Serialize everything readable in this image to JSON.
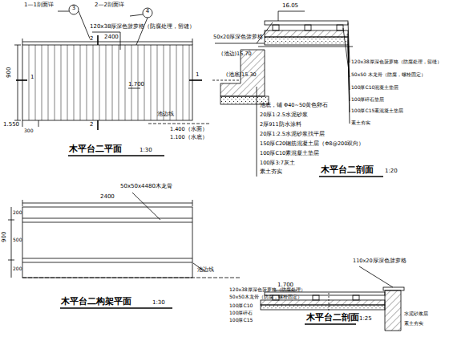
{
  "diagram": {
    "labels": [
      "1—1剖面详",
      "3",
      "2—2剖面详",
      "4",
      "120x38厚深色菠萝格（防腐处理，留缝）",
      "2400",
      "900",
      "1",
      "1",
      "2",
      "2",
      "1.550",
      "300",
      "1.700",
      "池边线",
      "1.400（水面）",
      "1.100（水底）",
      "木平台二平面",
      "1:30",
      "16.05",
      "50x20厚深色菠萝格",
      "(池边)15.70",
      "(池底)15.30",
      "120x38厚深色菠萝格（防腐处理，留缝）",
      "50x50 木龙骨（防腐，螺栓固定）",
      "100厚C10混凝土垫层",
      "100厚碎石垫层",
      "100厚C15素混凝土垫层",
      "素土夯实",
      "池底，铺 Φ40~50黄色卵石",
      "20厚1:2.5水泥砂浆",
      "2厚911防水涂料",
      "20厚1:2.5水泥砂浆找平层",
      "150厚C20钢筋混凝土层（Φ8@200双向）",
      "100厚C10素混凝土垫层",
      "100厚3:7灰土",
      "素土夯实",
      "木平台二剖面",
      "1:20",
      "2400",
      "50x50x4480木龙骨",
      "900",
      "200",
      "500",
      "200",
      "池边线",
      "木平台二构架平面",
      "1:30",
      "1.700",
      "110x20厚深色菠萝格",
      "120x38厚深色菠萝格（防腐处理）",
      "50x50木龙骨（防腐，螺栓固定）",
      "100厚C10",
      "100厚碎石",
      "100厚C15",
      "水泥砂浆层",
      "素土夯实",
      "木平台二剖面",
      "1:25"
    ]
  }
}
